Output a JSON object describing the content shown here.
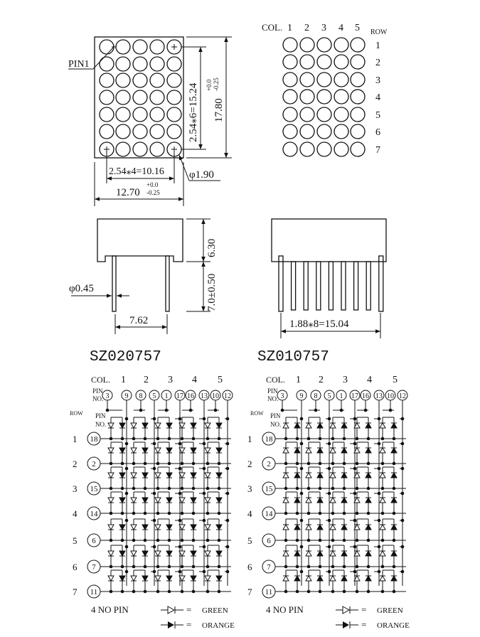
{
  "front_view": {
    "pin1_label": "PIN1",
    "pitch_vertical": "2.54⁎6=15.24",
    "height": "17.80",
    "height_tol_plus": "+0.0",
    "height_tol_minus": "-0.25",
    "pitch_horizontal": "2.54⁎4=10.16",
    "width": "12.70",
    "width_tol_plus": "+0.0",
    "width_tol_minus": "-0.25",
    "dot_diameter": "φ1.90",
    "rows": 7,
    "cols": 5
  },
  "matrix_map": {
    "col_label": "COL.",
    "row_label": "ROW",
    "col_numbers": [
      "1",
      "2",
      "3",
      "4",
      "5"
    ],
    "row_numbers": [
      "1",
      "2",
      "3",
      "4",
      "5",
      "6",
      "7"
    ]
  },
  "side_view": {
    "body_height": "6.30",
    "pin_length": "7.0±0.50",
    "pin_diameter": "φ0.45",
    "row_spacing": "7.62"
  },
  "pin_view": {
    "pin_pitch": "1.88⁎8=15.04"
  },
  "schematics": [
    {
      "title": "SZ020757",
      "col_label": "COL.",
      "pin_no_label": "PIN NO.",
      "row_label": "ROW",
      "col_numbers": [
        "1",
        "2",
        "3",
        "4",
        "5"
      ],
      "col_pins": [
        [
          "3",
          "9"
        ],
        [
          "8",
          "5"
        ],
        [
          "1",
          "17"
        ],
        [
          "16",
          "13"
        ],
        [
          "10",
          "12"
        ]
      ],
      "row_numbers": [
        "1",
        "2",
        "3",
        "4",
        "5",
        "6",
        "7"
      ],
      "row_pins": [
        "18",
        "2",
        "15",
        "14",
        "6",
        "7",
        "11"
      ],
      "diode_direction": "down"
    },
    {
      "title": "SZ010757",
      "col_label": "COL.",
      "pin_no_label": "PIN NO.",
      "row_label": "ROW",
      "col_numbers": [
        "1",
        "2",
        "3",
        "4",
        "5"
      ],
      "col_pins": [
        [
          "3",
          "9"
        ],
        [
          "8",
          "5"
        ],
        [
          "1",
          "17"
        ],
        [
          "16",
          "13"
        ],
        [
          "10",
          "12"
        ]
      ],
      "row_numbers": [
        "1",
        "2",
        "3",
        "4",
        "5",
        "6",
        "7"
      ],
      "row_pins": [
        "18",
        "2",
        "15",
        "14",
        "6",
        "7",
        "11"
      ],
      "diode_direction": "up"
    }
  ],
  "legend": {
    "no_pin": "4  NO  PIN",
    "green_eq": "=",
    "green": "GREEN",
    "orange_eq": "=",
    "orange": "ORANGE"
  }
}
